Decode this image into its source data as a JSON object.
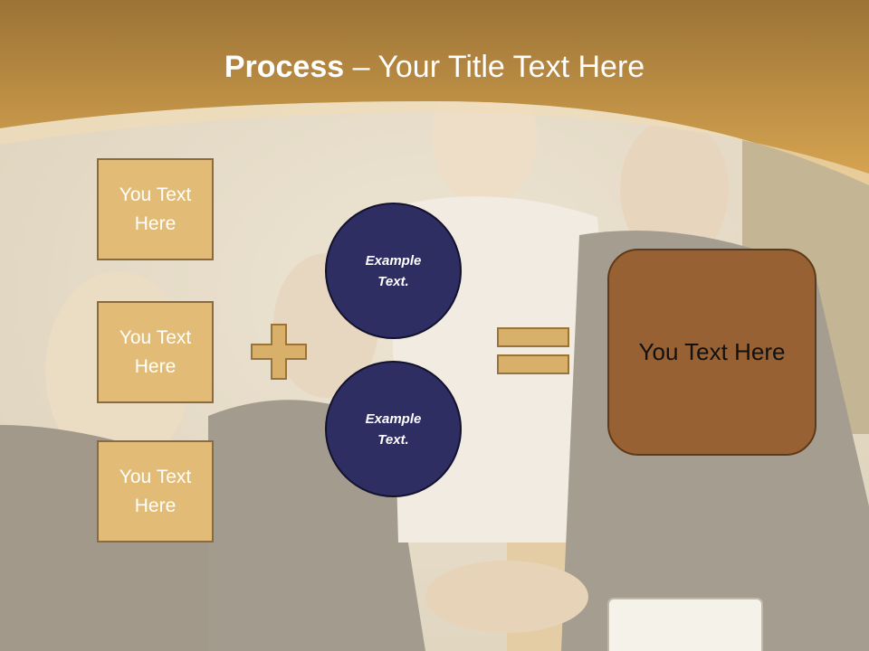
{
  "slide": {
    "title_bold": "Process",
    "title_rest": " – Your Title Text Here",
    "input_boxes": [
      "You Text Here",
      "You Text Here",
      "You Text Here"
    ],
    "circles": [
      "Example Text.",
      "Example Text."
    ],
    "result_box": "You Text Here",
    "operators": [
      "plus-icon",
      "equals-icon"
    ]
  },
  "colors": {
    "header_band": "#b88a42",
    "input_box_fill": "#e2bc76",
    "circle_fill": "#2e2e63",
    "result_fill": "#976133",
    "operator_fill": "#d8b06a"
  }
}
